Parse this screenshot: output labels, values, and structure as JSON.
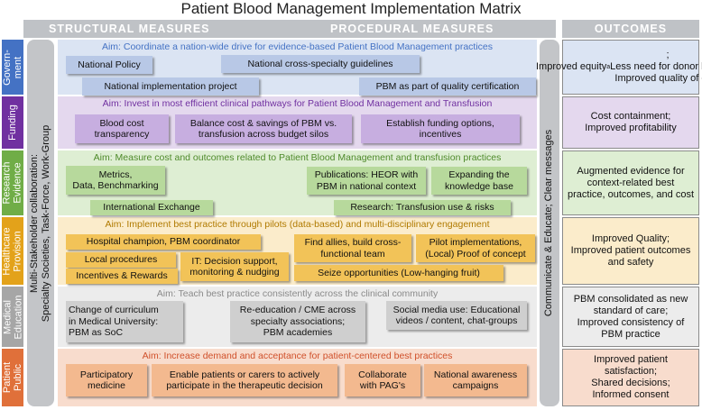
{
  "title": "Patient Blood Management Implementation Matrix",
  "headers": {
    "structural": "STRUCTURAL MEASURES",
    "procedural": "PROCEDURAL MEASURES",
    "outcomes": "OUTCOMES"
  },
  "left_banner": {
    "line1": "Multi-Stakeholder collaboration:",
    "line2": "Specialty Societies, Task-Force, Work-Group"
  },
  "right_banner": "Communicate & Educate; Clear messages",
  "colors": {
    "government": "#4472c4",
    "funding": "#7030a0",
    "research": "#70ad47",
    "healthcare": "#e3a21a",
    "education": "#a6a6a6",
    "patient": "#e0703a"
  },
  "rows": [
    {
      "label": "Govern-\nment",
      "aim": "Aim: Coordinate a nation-wide drive for evidence-based Patient Blood Management practices",
      "boxes": [
        "National Policy",
        "National cross-specialty guidelines",
        "National implementation project",
        "PBM as part of quality certification"
      ],
      "outcome": {
        "pre": "Improved equity",
        "sup": "a",
        "post": ";\nLess need for donor blood\nImproved quality of care"
      }
    },
    {
      "label": "Funding",
      "aim": "Aim: Invest in most efficient clinical pathways for Patient Blood Management and Transfusion",
      "boxes": [
        "Blood cost\ntransparency",
        "Balance cost & savings of PBM vs.\ntransfusion across budget silos",
        "Establish funding options,\nincentives"
      ],
      "outcome": {
        "pre": "Cost containment;\nImproved profitability",
        "sup": "",
        "post": ""
      }
    },
    {
      "label": "Research\nEvidence",
      "aim": "Aim: Measure cost and outcomes related to Patient Blood Management and transfusion practices",
      "boxes": [
        "Metrics,\nData, Benchmarking",
        "Publications: HEOR with\nPBM in national context",
        "Expanding the\nknowledge base",
        "International Exchange",
        "Research: Transfusion use & risks"
      ],
      "outcome": {
        "pre": "Augmented evidence for\ncontext-related best\npractice, outcomes, and cost",
        "sup": "",
        "post": ""
      }
    },
    {
      "label": "Healthcare\nProvision",
      "aim": "Aim: Implement best practice through pilots (data-based) and multi-disciplinary engagement",
      "boxes": [
        "Hospital champion, PBM coordinator",
        "Local procedures",
        "IT: Decision support,\nmonitoring & nudging",
        "Incentives & Rewards",
        "Find allies, build cross-\nfunctional team",
        "Pilot implementations,\n(Local) Proof of concept",
        "Seize opportunities (Low-hanging fruit)"
      ],
      "outcome": {
        "pre": "Improved Quality;\nImproved patient outcomes\nand safety",
        "sup": "",
        "post": ""
      }
    },
    {
      "label": "Medical\nEducation",
      "aim": "Aim: Teach best practice consistently across the clinical community",
      "boxes": [
        "Change of curriculum\nin Medical University:\nPBM as SoC",
        "Re-education / CME across\nspecialty associations;\nPBM academies",
        "Social media use: Educational\nvideos / content, chat-groups"
      ],
      "outcome": {
        "pre": "PBM consolidated as new\nstandard of care;\nImproved consistency of\nPBM practice",
        "sup": "",
        "post": ""
      }
    },
    {
      "label": "Patient\nPublic",
      "aim": "Aim: Increase demand and acceptance for patient-centered best practices",
      "boxes": [
        "Participatory\nmedicine",
        "Enable patients or carers to actively\nparticipate in the therapeutic decision",
        "Collaborate\nwith PAG's",
        "National awareness\ncampaigns"
      ],
      "outcome": {
        "pre": "Improved patient\nsatisfaction;\nShared decisions;\nInformed consent",
        "sup": "",
        "post": ""
      }
    }
  ]
}
